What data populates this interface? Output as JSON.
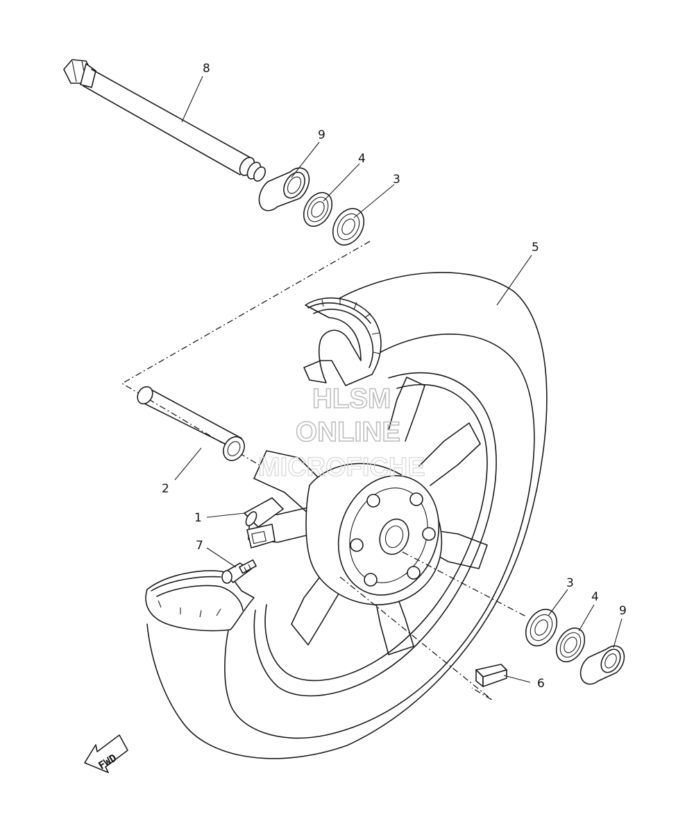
{
  "callouts": [
    {
      "id": "8",
      "label": "8"
    },
    {
      "id": "9a",
      "label": "9"
    },
    {
      "id": "4a",
      "label": "4"
    },
    {
      "id": "3a",
      "label": "3"
    },
    {
      "id": "5",
      "label": "5"
    },
    {
      "id": "2",
      "label": "2"
    },
    {
      "id": "1",
      "label": "1"
    },
    {
      "id": "7",
      "label": "7"
    },
    {
      "id": "3b",
      "label": "3"
    },
    {
      "id": "4b",
      "label": "4"
    },
    {
      "id": "9b",
      "label": "9"
    },
    {
      "id": "6",
      "label": "6"
    }
  ],
  "watermark": {
    "line1": "HLSM",
    "line2": "ONLINE",
    "line3": "MICROFICHE"
  },
  "direction_indicator": {
    "label": "FWD",
    "icon": "arrow-left-icon"
  }
}
